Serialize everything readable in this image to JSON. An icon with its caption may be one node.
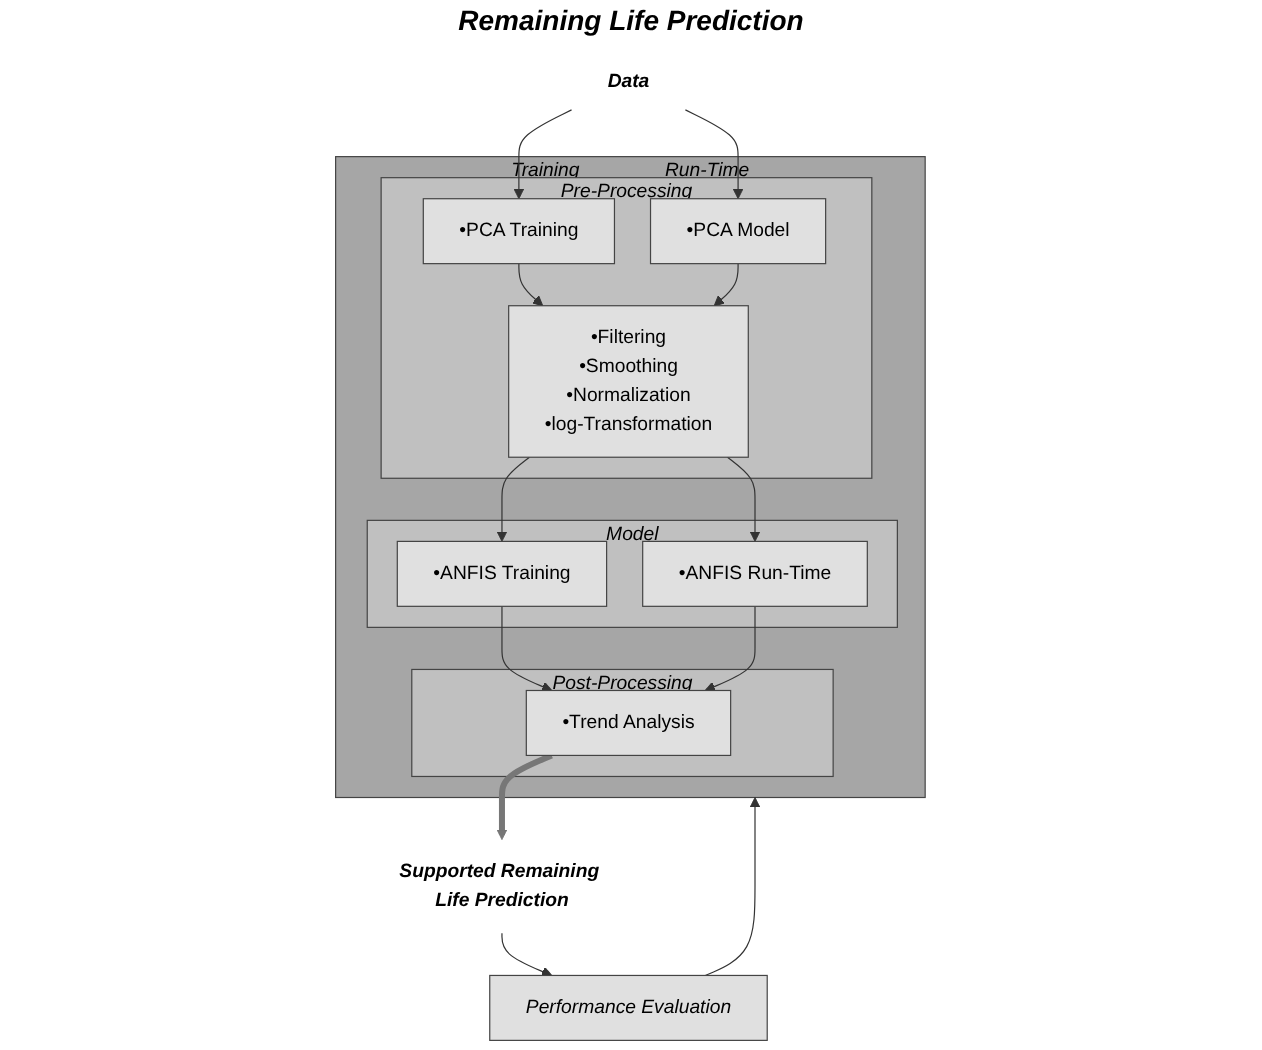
{
  "diagram": {
    "nodes": [
      {
        "text": [
          "Training",
          "Run-Time"
        ]
      },
      {
        "text": [
          "Data"
        ]
      },
      {
        "text": [
          "Pre-Processing"
        ],
        "in": 0
      },
      {
        "text": [
          "•PCA Training"
        ],
        "in": 2
      },
      {
        "text": [
          "•PCA Model"
        ],
        "in": 2
      },
      {
        "text": [
          "•Filtering",
          "•Smoothing",
          "•Normalization",
          "•log-Transformation"
        ],
        "in": 2
      },
      {
        "text": [
          "Model"
        ],
        "in": 0
      },
      {
        "text": [
          "•ANFIS Training"
        ],
        "in": 6
      },
      {
        "text": [
          "•ANFIS Run-Time"
        ],
        "in": 6
      },
      {
        "text": [
          "Post-Processing"
        ],
        "in": 0
      },
      {
        "text": [
          "•Trend Analysis"
        ],
        "in": 9
      },
      {
        "text": [
          "Supported Remaining Life Prediction"
        ]
      },
      {
        "text": [
          "Performance Evaluation"
        ]
      }
    ],
    "edges": [
      {
        "from": 1,
        "to": 3,
        "arrow": "to"
      },
      {
        "from": 1,
        "to": 4,
        "arrow": "to"
      },
      {
        "from": 3,
        "to": 5,
        "arrow": "to"
      },
      {
        "from": 4,
        "to": 5,
        "arrow": "to"
      },
      {
        "from": 5,
        "to": 7,
        "arrow": "to"
      },
      {
        "from": 5,
        "to": 8,
        "arrow": "to"
      },
      {
        "from": 7,
        "to": 10,
        "arrow": "to"
      },
      {
        "from": 8,
        "to": 10,
        "arrow": "to"
      },
      {
        "from": 10,
        "to": 11,
        "arrow": "to",
        "style": "thick"
      },
      {
        "from": 11,
        "to": 12,
        "arrow": "to"
      },
      {
        "from": 12,
        "to": 0,
        "arrow": "to"
      }
    ],
    "labels": [
      "Remaining Life Prediction"
    ]
  }
}
